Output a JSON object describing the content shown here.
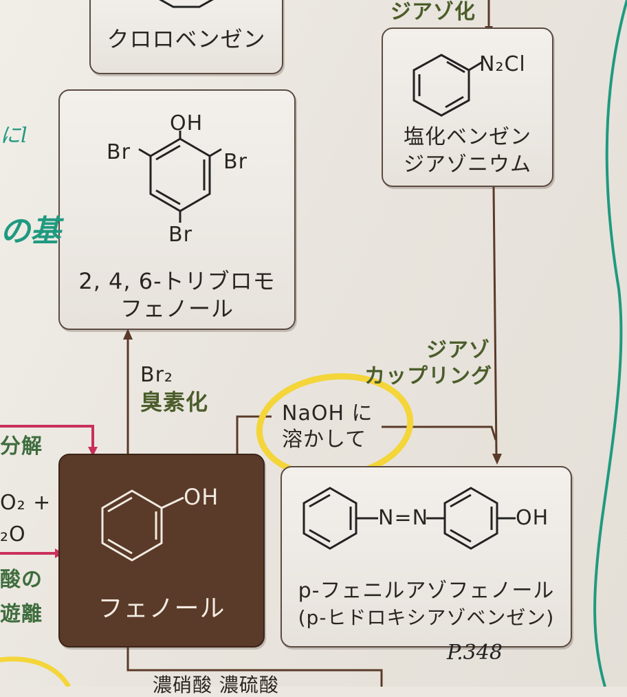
{
  "boxes": {
    "chlorobenzene": "クロロベンゼン",
    "diazonium_line1": "塩化ベンゼン",
    "diazonium_line2": "ジアゾニウム",
    "diazonium_formula": "N₂Cl",
    "tribromo_line1": "2, 4, 6-トリブロモ",
    "tribromo_line2": "フェノール",
    "phenol": "フェノール",
    "azo_line1": "p-フェニルアゾフェノール",
    "azo_line2": "(p-ヒドロキシアゾベンゼン)"
  },
  "atoms": {
    "oh": "OH",
    "br": "Br",
    "azo": "N=N"
  },
  "reactions": {
    "diazotization": "ジアゾ化",
    "bromination_reagent": "Br₂",
    "bromination": "臭素化",
    "coupling_line1": "ジアゾ",
    "coupling_line2": "カップリング",
    "naoh_line1": "NaOH に",
    "naoh_line2": "溶かして",
    "bottom_reagents": "濃硝酸 濃硫酸",
    "left_decomp": "分解",
    "left_co2": "O₂ +",
    "left_h2o": "₂O",
    "left_acid": "酸の",
    "left_free": "遊離"
  },
  "handwriting": {
    "page_ref": "P.348",
    "green_note_1": "にl",
    "green_note_2": "の基"
  },
  "colors": {
    "box_border": "#5a4a40",
    "dark_box": "#5a3a28",
    "reaction_green": "#4b5d2a",
    "highlight_yellow": "#f4d53a",
    "marker_pink": "#c9305a",
    "marker_teal": "#1f9a80"
  }
}
